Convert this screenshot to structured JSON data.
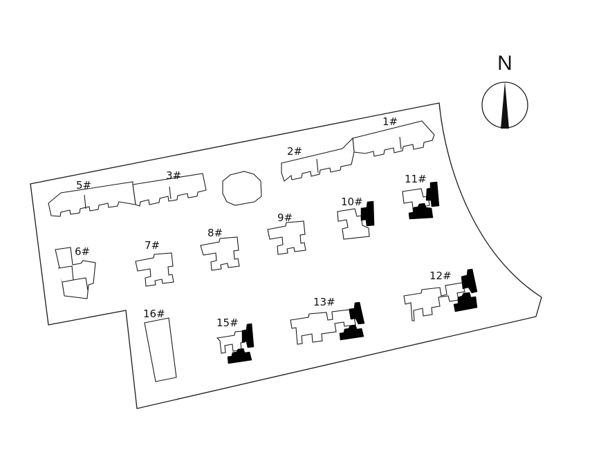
{
  "north": {
    "label": "N"
  },
  "buildings": [
    {
      "id": "b1",
      "label": "1#"
    },
    {
      "id": "b2",
      "label": "2#"
    },
    {
      "id": "b3",
      "label": "3#"
    },
    {
      "id": "b5",
      "label": "5#"
    },
    {
      "id": "b6",
      "label": "6#"
    },
    {
      "id": "b7",
      "label": "7#"
    },
    {
      "id": "b8",
      "label": "8#"
    },
    {
      "id": "b9",
      "label": "9#"
    },
    {
      "id": "b10",
      "label": "10#"
    },
    {
      "id": "b11",
      "label": "11#"
    },
    {
      "id": "b12",
      "label": "12#"
    },
    {
      "id": "b13",
      "label": "13#"
    },
    {
      "id": "b15",
      "label": "15#"
    },
    {
      "id": "b16",
      "label": "16#"
    }
  ]
}
